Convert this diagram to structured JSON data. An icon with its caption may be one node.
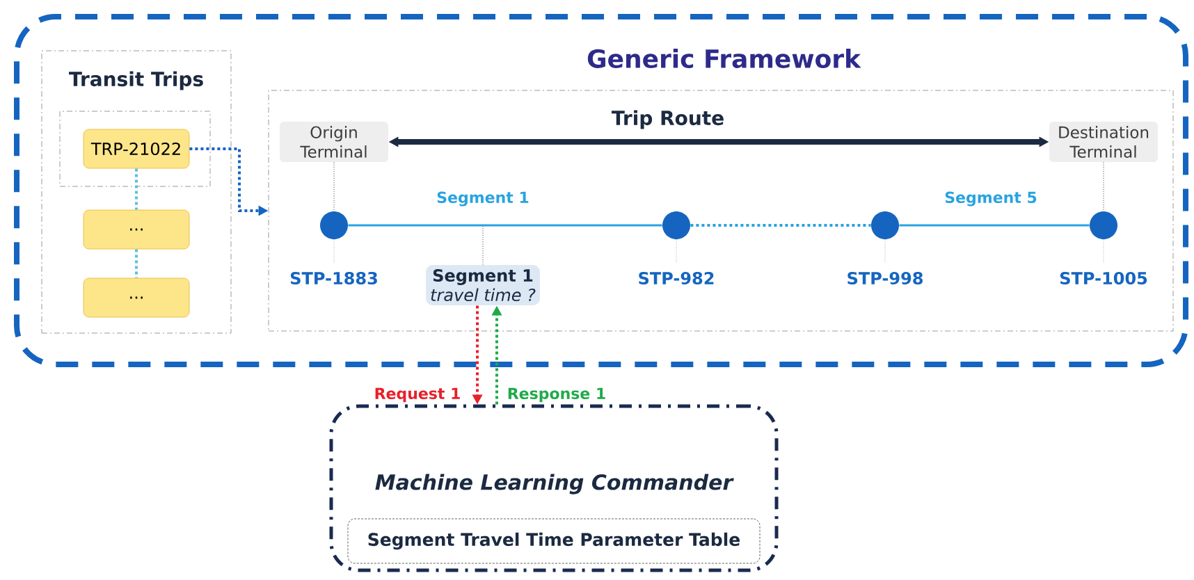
{
  "diagram": {
    "nodes": [
      {
        "text": [
          "Generic Framework"
        ]
      },
      {
        "text": [
          "Transit Trips"
        ],
        "in": 0
      },
      {
        "text": [],
        "shape": "box",
        "in": 1
      },
      {
        "text": [
          "TRP-21022"
        ],
        "in": 2
      },
      {
        "text": [
          "..."
        ],
        "in": 1
      },
      {
        "text": [
          "..."
        ],
        "in": 1
      },
      {
        "text": [],
        "shape": "box",
        "in": 0
      },
      {
        "text": [
          "Origin Terminal"
        ],
        "in": 6
      },
      {
        "text": [
          "Destination Terminal"
        ],
        "in": 6
      },
      {
        "text": [],
        "shape": "circle",
        "in": 6,
        "beside": [
          "STP-1883"
        ]
      },
      {
        "text": [],
        "shape": "circle",
        "in": 6,
        "beside": [
          "STP-982"
        ]
      },
      {
        "text": [],
        "shape": "circle",
        "in": 6,
        "beside": [
          "STP-998"
        ]
      },
      {
        "text": [],
        "shape": "circle",
        "in": 6,
        "beside": [
          "STP-1005"
        ]
      },
      {
        "text": [
          "Segment 1",
          "travel time ?"
        ],
        "in": 6
      },
      {
        "text": [
          "Machine Learning Commander"
        ]
      },
      {
        "text": [
          "Segment Travel Time Parameter Table"
        ],
        "in": 14
      }
    ],
    "edges": [
      {
        "from": 3,
        "to": 6,
        "arrow": "to",
        "style": "dashed",
        "color": "#1565c0"
      },
      {
        "from": 3,
        "to": 4,
        "arrow": "none",
        "style": "dashed",
        "color": "#5bc0de"
      },
      {
        "from": 4,
        "to": 5,
        "arrow": "none",
        "style": "dashed",
        "color": "#5bc0de"
      },
      {
        "from": 7,
        "to": 8,
        "arrow": "both",
        "label": "Trip Route",
        "style": "thick",
        "color": "#1b2a41"
      },
      {
        "from": 7,
        "to": 9,
        "arrow": "none",
        "style": "dashed",
        "color": "#777777"
      },
      {
        "from": 8,
        "to": 12,
        "arrow": "none",
        "style": "dashed",
        "color": "#777777"
      },
      {
        "from": 9,
        "to": 10,
        "arrow": "none",
        "label": "Segment 1",
        "color": "#29a3e0"
      },
      {
        "from": 10,
        "to": 11,
        "arrow": "none",
        "style": "dashed",
        "color": "#29a3e0"
      },
      {
        "from": 11,
        "to": 12,
        "arrow": "none",
        "label": "Segment 5",
        "color": "#29a3e0"
      },
      {
        "from": 13,
        "to": null,
        "arrow": "none",
        "style": "dashed",
        "color": "#777777"
      },
      {
        "from": 13,
        "to": 14,
        "arrow": "to",
        "label": "Request 1",
        "style": "dashed",
        "color": "#e8202a"
      },
      {
        "from": 14,
        "to": 13,
        "arrow": "to",
        "label": "Response 1",
        "style": "dashed",
        "color": "#1faa4a"
      }
    ]
  }
}
